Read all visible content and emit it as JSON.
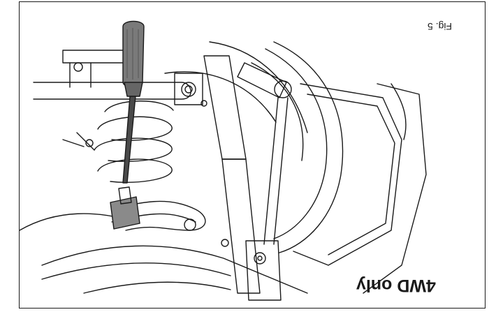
{
  "figure": {
    "label": "Fig. 5"
  },
  "caption": {
    "text": "4WD only"
  },
  "illustration": {
    "subject": "screwdriver-on-hose-clamp",
    "colors": {
      "line": "#1a1a1a",
      "screwdriver_handle": "#7a7a7a",
      "tool_shaft": "#4a4a4a",
      "background": "#ffffff"
    }
  }
}
